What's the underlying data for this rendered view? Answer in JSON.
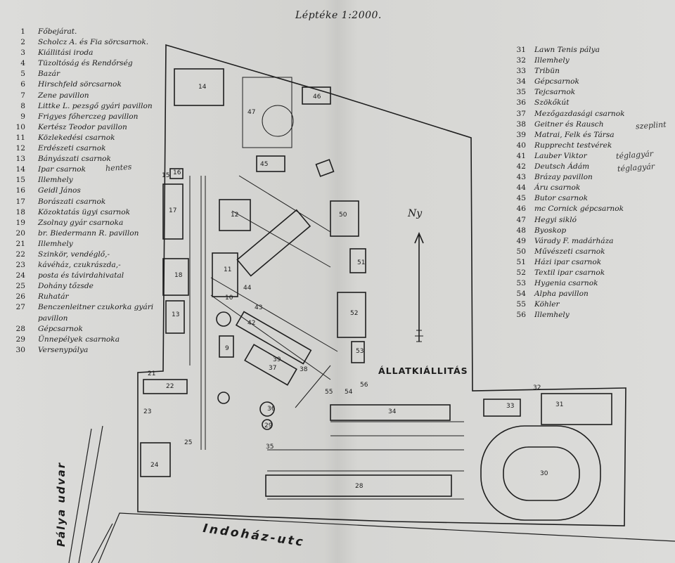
{
  "scale": "Léptéke 1:2000.",
  "north_label": "Ny",
  "places": {
    "allat": "ÁLLATKIÁLLITÁS",
    "palya": "Pálya udvar",
    "indohaz": "Indoház-utc"
  },
  "handwritten": [
    {
      "id": "h16",
      "text": "hentes"
    },
    {
      "id": "h38",
      "text": "szeplint"
    },
    {
      "id": "h41",
      "text": "téglagyár"
    },
    {
      "id": "h42",
      "text": "téglagyár"
    }
  ],
  "legend_left": [
    {
      "n": "1",
      "t": "Főbejárat."
    },
    {
      "n": "2",
      "t": "Scholcz A. és Fia sörcsarnok."
    },
    {
      "n": "3",
      "t": "Kiállitási iroda"
    },
    {
      "n": "4",
      "t": "Tüzoltóság és Rendőrség"
    },
    {
      "n": "5",
      "t": "Bazár"
    },
    {
      "n": "6",
      "t": "Hirschfeld sörcsarnok"
    },
    {
      "n": "7",
      "t": "Zene pavillon"
    },
    {
      "n": "8",
      "t": "Littke L. pezsgő gyári pavillon"
    },
    {
      "n": "9",
      "t": "Frigyes főherczeg pavillon"
    },
    {
      "n": "10",
      "t": "Kertész Teodor pavillon"
    },
    {
      "n": "11",
      "t": "Közlekedési csarnok"
    },
    {
      "n": "12",
      "t": "Erdészeti csarnok"
    },
    {
      "n": "13",
      "t": "Bányászati csarnok"
    },
    {
      "n": "14",
      "t": "Ipar csarnok"
    },
    {
      "n": "15",
      "t": "Illemhely"
    },
    {
      "n": "16",
      "t": "Geidl János"
    },
    {
      "n": "17",
      "t": "Borászati csarnok"
    },
    {
      "n": "18",
      "t": "Közoktatás ügyi csarnok"
    },
    {
      "n": "19",
      "t": "Zsolnay gyár csarnoka"
    },
    {
      "n": "20",
      "t": "br. Biedermann R. pavillon"
    },
    {
      "n": "21",
      "t": "Illemhely"
    },
    {
      "n": "22",
      "t": "Szinkör, vendéglő,-"
    },
    {
      "n": "23",
      "t": "kávéház, czukrászda,-"
    },
    {
      "n": "24",
      "t": "posta és távirdahivatal"
    },
    {
      "n": "25",
      "t": "Dohány tőzsde"
    },
    {
      "n": "26",
      "t": "Ruhatár"
    },
    {
      "n": "27",
      "t": "Benczenleitner czukorka gyári"
    },
    {
      "n": "",
      "t": "pavillon"
    },
    {
      "n": "28",
      "t": "Gépcsarnok"
    },
    {
      "n": "29",
      "t": "Ünnepélyek csarnoka"
    },
    {
      "n": "30",
      "t": "Versenypálya"
    }
  ],
  "legend_right": [
    {
      "n": "31",
      "t": "Lawn Tenis pálya"
    },
    {
      "n": "32",
      "t": "Illemhely"
    },
    {
      "n": "33",
      "t": "Tribün"
    },
    {
      "n": "34",
      "t": "Gépcsarnok"
    },
    {
      "n": "35",
      "t": "Tejcsarnok"
    },
    {
      "n": "36",
      "t": "Szökőkút"
    },
    {
      "n": "37",
      "t": "Mezőgazdasági csarnok"
    },
    {
      "n": "38",
      "t": "Geitner és Rausch"
    },
    {
      "n": "39",
      "t": "Matrai, Felk és Társa"
    },
    {
      "n": "40",
      "t": "Rupprecht testvérek"
    },
    {
      "n": "41",
      "t": "Lauber Viktor"
    },
    {
      "n": "42",
      "t": "Deutsch Ádám"
    },
    {
      "n": "43",
      "t": "Brázay pavillon"
    },
    {
      "n": "44",
      "t": "Áru csarnok"
    },
    {
      "n": "45",
      "t": "Butor csarnok"
    },
    {
      "n": "46",
      "t": "mc Cornick gépcsarnok"
    },
    {
      "n": "47",
      "t": "Hegyi sikló"
    },
    {
      "n": "48",
      "t": "Byoskop"
    },
    {
      "n": "49",
      "t": "Várady F. madárháza"
    },
    {
      "n": "50",
      "t": "Művészeti csarnok"
    },
    {
      "n": "51",
      "t": "Házi ipar csarnok"
    },
    {
      "n": "52",
      "t": "Textil ipar csarnok"
    },
    {
      "n": "53",
      "t": "Hygenia csarnok"
    },
    {
      "n": "54",
      "t": "Alpha pavillon"
    },
    {
      "n": "55",
      "t": "Köhler"
    },
    {
      "n": "56",
      "t": "Illemhely"
    }
  ],
  "map_numbers": [
    "14",
    "47",
    "46",
    "16",
    "15",
    "17",
    "45",
    "12",
    "18",
    "11",
    "50",
    "51",
    "52",
    "44",
    "10",
    "43",
    "13",
    "42",
    "9",
    "53",
    "21",
    "22",
    "37",
    "38",
    "39",
    "54",
    "55",
    "56",
    "32",
    "33",
    "31",
    "23",
    "25",
    "34",
    "24",
    "36",
    "35",
    "29",
    "28",
    "30"
  ]
}
